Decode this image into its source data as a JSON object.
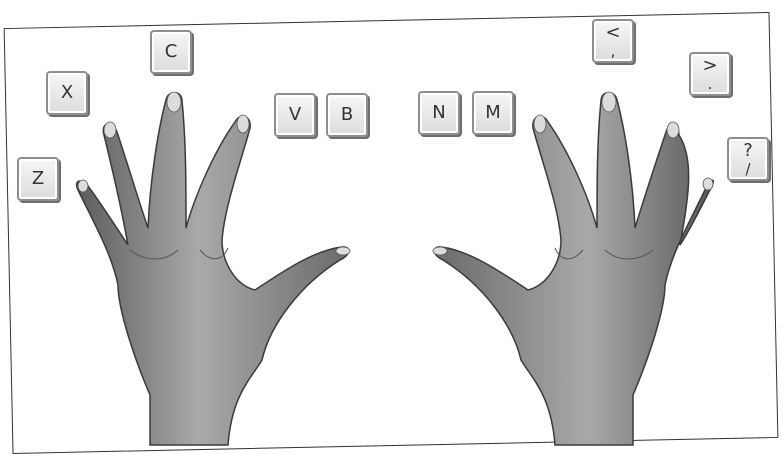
{
  "keys": {
    "z": {
      "label": "Z"
    },
    "x": {
      "label": "X"
    },
    "c": {
      "label": "C"
    },
    "v": {
      "label": "V"
    },
    "b": {
      "label": "B"
    },
    "n": {
      "label": "N"
    },
    "m": {
      "label": "M"
    },
    "comma": {
      "top": "<",
      "bottom": ","
    },
    "period": {
      "top": ">",
      "bottom": "."
    },
    "slash": {
      "top": "?",
      "bottom": "/"
    }
  }
}
